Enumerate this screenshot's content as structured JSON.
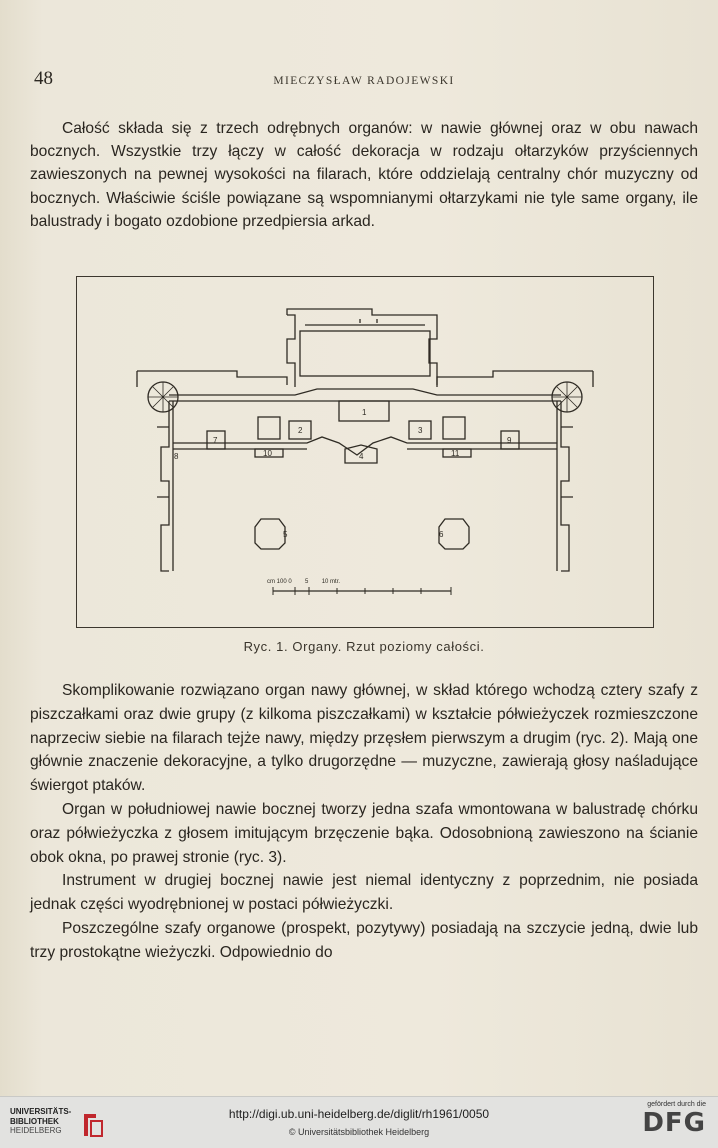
{
  "header": {
    "page_number": "48",
    "running_head": "MIECZYSŁAW RADOJEWSKI"
  },
  "paragraphs_top": [
    "Całość składa się z trzech odrębnych organów: w nawie głównej oraz w obu nawach bocznych. Wszystkie trzy łączy w całość dekoracja w rodzaju ołtarzyków przyściennych zawieszonych na pewnej wysokości na filarach, które oddzielają centralny chór muzyczny od bocznych. Właściwie ściśle powiązane są wspomnianymi ołtarzykami nie tyle same organy, ile balustrady i bogato ozdobione przedpiersia arkad."
  ],
  "figure": {
    "labels": [
      "1",
      "2",
      "3",
      "4",
      "5",
      "6",
      "7",
      "8",
      "9",
      "10",
      "11"
    ],
    "scale_text": "cm 100 0        5        10 mtr."
  },
  "caption": "Ryc. 1. Organy. Rzut poziomy całości.",
  "paragraphs_bottom": [
    "Skomplikowanie rozwiązano organ nawy głównej, w skład którego wchodzą cztery szafy z piszczałkami oraz dwie grupy (z kilkoma piszczałkami) w kształcie półwieżyczek rozmieszczone naprzeciw siebie na filarach tejże nawy, między przęsłem pierwszym a drugim (ryc. 2). Mają one głównie znaczenie dekoracyjne, a tylko drugorzędne — muzyczne, zawierają głosy naśladujące świergot ptaków.",
    "Organ w południowej nawie bocznej tworzy jedna szafa wmontowana w balustradę chórku oraz półwieżyczka z głosem imitującym brzęczenie bąka. Odosobnioną zawieszono na ścianie obok okna, po prawej stronie (ryc. 3).",
    "Instrument w drugiej bocznej nawie jest niemal identyczny z poprzednim, nie posiada jednak części wyodrębnionej w postaci półwieżyczki.",
    "Poszczególne szafy organowe (prospekt, pozytywy) posiadają na szczycie jedną, dwie lub trzy prostokątne wieżyczki. Odpowiednio do"
  ],
  "footer": {
    "logo_lines": [
      "UNIVERSITÄTS-",
      "BIBLIOTHEK",
      "HEIDELBERG"
    ],
    "url": "http://digi.ub.uni-heidelberg.de/diglit/rh1961/0050",
    "copyright": "© Universitätsbibliothek Heidelberg",
    "dfg_small": "gefördert durch die",
    "dfg_big": "DFG"
  },
  "colors": {
    "paper": "#eee9dc",
    "ink": "#2a2620",
    "footer_bg": "#e2e2e0",
    "logo_red": "#c0272d"
  }
}
